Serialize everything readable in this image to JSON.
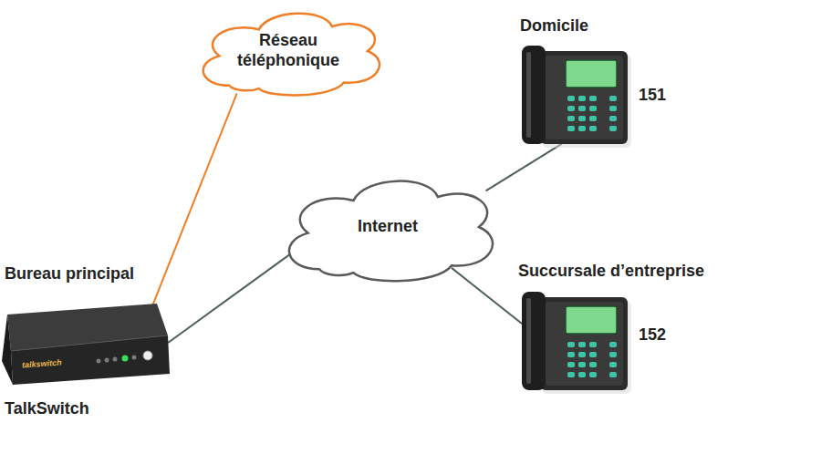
{
  "diagram": {
    "nodes": [
      {
        "text": [
          "Réseau téléphonique"
        ]
      },
      {
        "text": [
          "Domicile",
          "151"
        ]
      },
      {
        "text": [
          "Internet"
        ]
      },
      {
        "text": [
          "Succursale d’entreprise",
          "152"
        ]
      },
      {
        "text": [
          "Bureau principal",
          "TalkSwitch"
        ]
      }
    ],
    "edges": [
      {
        "from": 4,
        "to": 0,
        "arrow": "none"
      },
      {
        "from": 4,
        "to": 2,
        "arrow": "none"
      },
      {
        "from": 2,
        "to": 1,
        "arrow": "none"
      },
      {
        "from": 2,
        "to": 3,
        "arrow": "none"
      }
    ],
    "labels": [
      "talkswitch"
    ]
  }
}
